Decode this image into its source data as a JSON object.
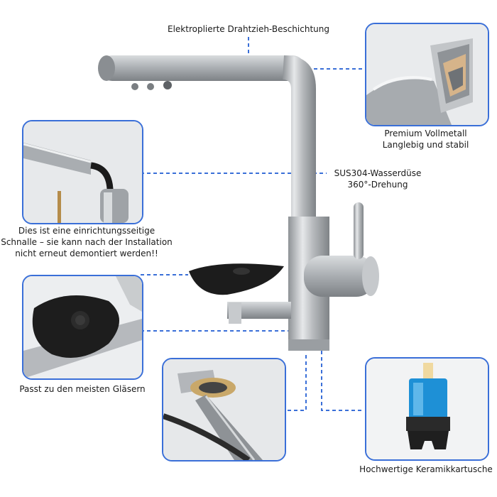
{
  "callouts": {
    "top_coating": "Elektroplierte Drahtzieh-Beschichtung",
    "premium_line1": "Premium Vollmetall",
    "premium_line2": "Langlebig und stabil",
    "nozzle_line1": "SUS304-Wasserdüse",
    "nozzle_line2": "360°-Drehung",
    "buckle_line1": "Dies ist eine einrichtungsseitige",
    "buckle_line2": "Schnalle – sie kann nach der Installation",
    "buckle_line3": "nicht erneut demontiert werden!!",
    "glasses": "Passt zu den meisten Gläsern",
    "cartridge": "Hochwertige Keramikkartusche"
  },
  "colors": {
    "frame": "#3a6fd8",
    "dash_line": "#3a6fd8",
    "metal": "#b9bcbf",
    "cartridge_blue": "#1e90d6",
    "rinser_black": "#1c1c1c"
  }
}
